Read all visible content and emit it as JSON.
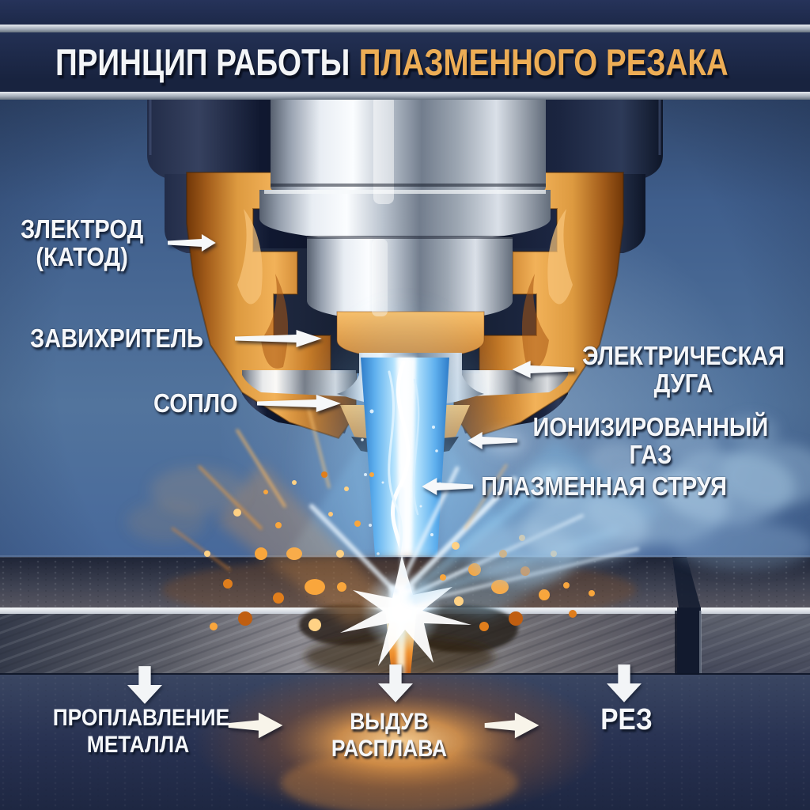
{
  "header": {
    "icon": "lightning-bolt",
    "title_prefix": "ПРИНЦИП РАБОТЫ",
    "title_accent": "ПЛАЗМЕННОГО РЕЗАКА"
  },
  "callouts": [
    {
      "id": "electrode",
      "lines": [
        "ЗЛЕКТРОД",
        "(КАТОД)"
      ],
      "direction": "right"
    },
    {
      "id": "swirler",
      "lines": [
        "ЗАВИХРИТЕЛЬ"
      ],
      "direction": "right"
    },
    {
      "id": "nozzle",
      "lines": [
        "СОПЛО"
      ],
      "direction": "right"
    },
    {
      "id": "electric-arc",
      "lines": [
        "ЭЛЕКТРИЧЕСКАЯ ДУГА"
      ],
      "direction": "left"
    },
    {
      "id": "ionized-gas",
      "lines": [
        "ИОНИЗИРОВАННЫЙ ГАЗ"
      ],
      "direction": "left"
    },
    {
      "id": "plasma-jet",
      "lines": [
        "ПЛАЗМЕННАЯ СТРУЯ"
      ],
      "direction": "left"
    }
  ],
  "process": {
    "steps": [
      {
        "id": "melting",
        "lines": [
          "ПРОПЛАВЛЕНИЕ",
          "МЕТАЛЛА"
        ]
      },
      {
        "id": "melt-blowout",
        "lines": [
          "ВЫДУВ РАСПЛАВА"
        ]
      },
      {
        "id": "cut",
        "lines": [
          "РЕЗ"
        ]
      }
    ]
  },
  "colors": {
    "accent_orange": "#EDAD55",
    "copper": "#D9882F",
    "plasma_blue": "#5FB0EE",
    "background_blue": "#4A6C9C",
    "header_navy": "#1B2744",
    "label_white": "#F5F7FA"
  }
}
